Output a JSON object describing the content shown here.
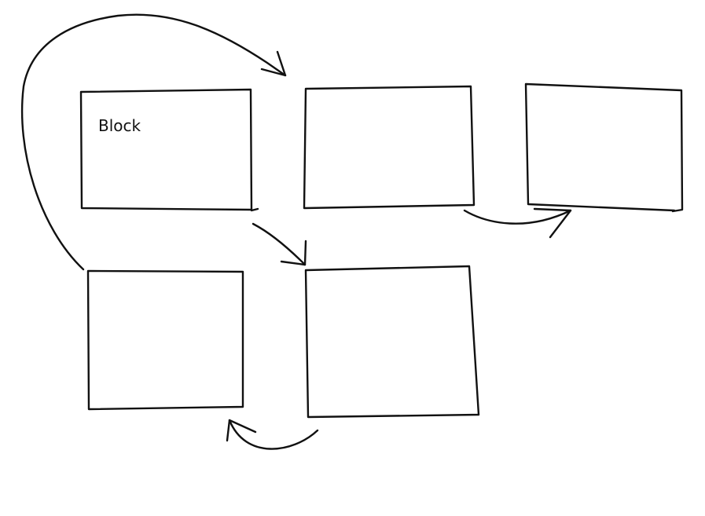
{
  "diagram": {
    "blocks": [
      {
        "id": "block-1",
        "label": "Block"
      },
      {
        "id": "block-2",
        "label": ""
      },
      {
        "id": "block-3",
        "label": ""
      },
      {
        "id": "block-4",
        "label": ""
      },
      {
        "id": "block-5",
        "label": ""
      }
    ],
    "arrows": [
      {
        "from": "block-4",
        "to": "block-2"
      },
      {
        "from": "block-2",
        "to": "block-3"
      },
      {
        "from": "block-1",
        "to": "block-5"
      },
      {
        "from": "block-5",
        "to": "block-4"
      }
    ],
    "colors": {
      "ink": "#111111",
      "background": "#ffffff"
    }
  }
}
